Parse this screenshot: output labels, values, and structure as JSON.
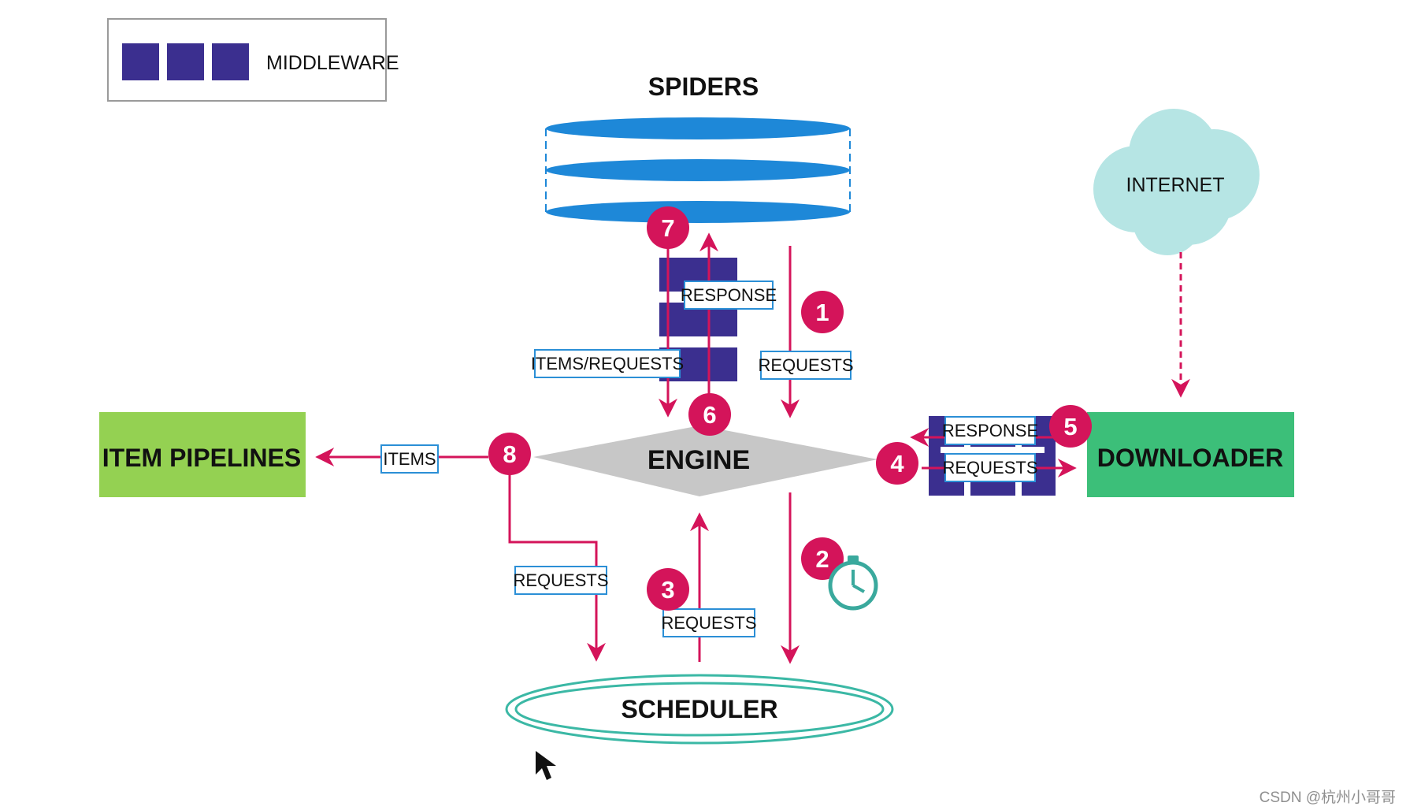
{
  "legend": {
    "label": "MIDDLEWARE"
  },
  "nodes": {
    "spiders": "SPIDERS",
    "engine": "ENGINE",
    "scheduler": "SCHEDULER",
    "item_pipelines": "ITEM PIPELINES",
    "downloader": "DOWNLOADER",
    "internet": "INTERNET"
  },
  "flow_labels": {
    "response_spider": "RESPONSE",
    "items_requests": "ITEMS/REQUESTS",
    "requests_spider": "REQUESTS",
    "items": "ITEMS",
    "response_downloader": "RESPONSE",
    "requests_downloader": "REQUESTS",
    "requests_pipeline_scheduler": "REQUESTS",
    "requests_scheduler_engine": "REQUESTS"
  },
  "steps": [
    "1",
    "2",
    "3",
    "4",
    "5",
    "6",
    "7",
    "8"
  ],
  "watermark": "CSDN @杭州小哥哥",
  "colors": {
    "middleware": "#3b2f8f",
    "arrow": "#d4145a",
    "badge": "#d4145a",
    "label_border": "#2b8fd6",
    "spider_disc": "#1e88d8",
    "engine": "#c7c7c7",
    "pipelines": "#94d152",
    "downloader": "#3cbf79",
    "internet": "#b6e5e4",
    "scheduler": "#3bb8a5",
    "timer": "#3aa99d"
  },
  "icons": {
    "timer": "stopwatch-icon",
    "cursor": "mouse-cursor-icon"
  }
}
